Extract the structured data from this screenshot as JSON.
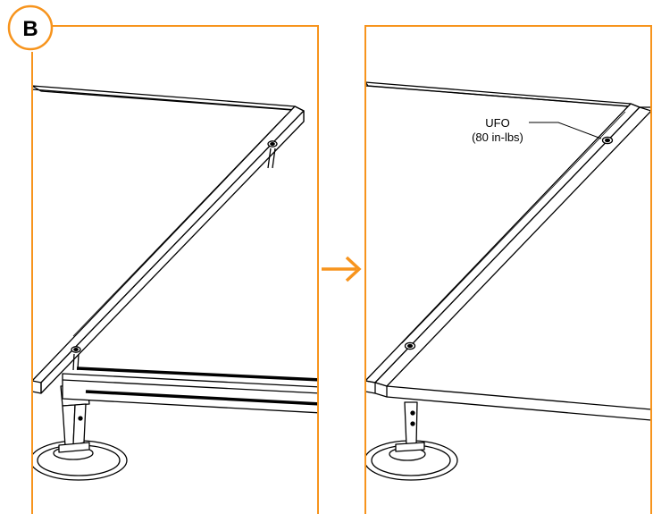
{
  "step_badge": "B",
  "callout": {
    "part_name": "UFO",
    "torque": "(80 in-lbs)"
  },
  "colors": {
    "accent": "#F7941D",
    "line": "#000000",
    "background": "#FFFFFF"
  },
  "arrow_icon": "arrow-right-icon"
}
